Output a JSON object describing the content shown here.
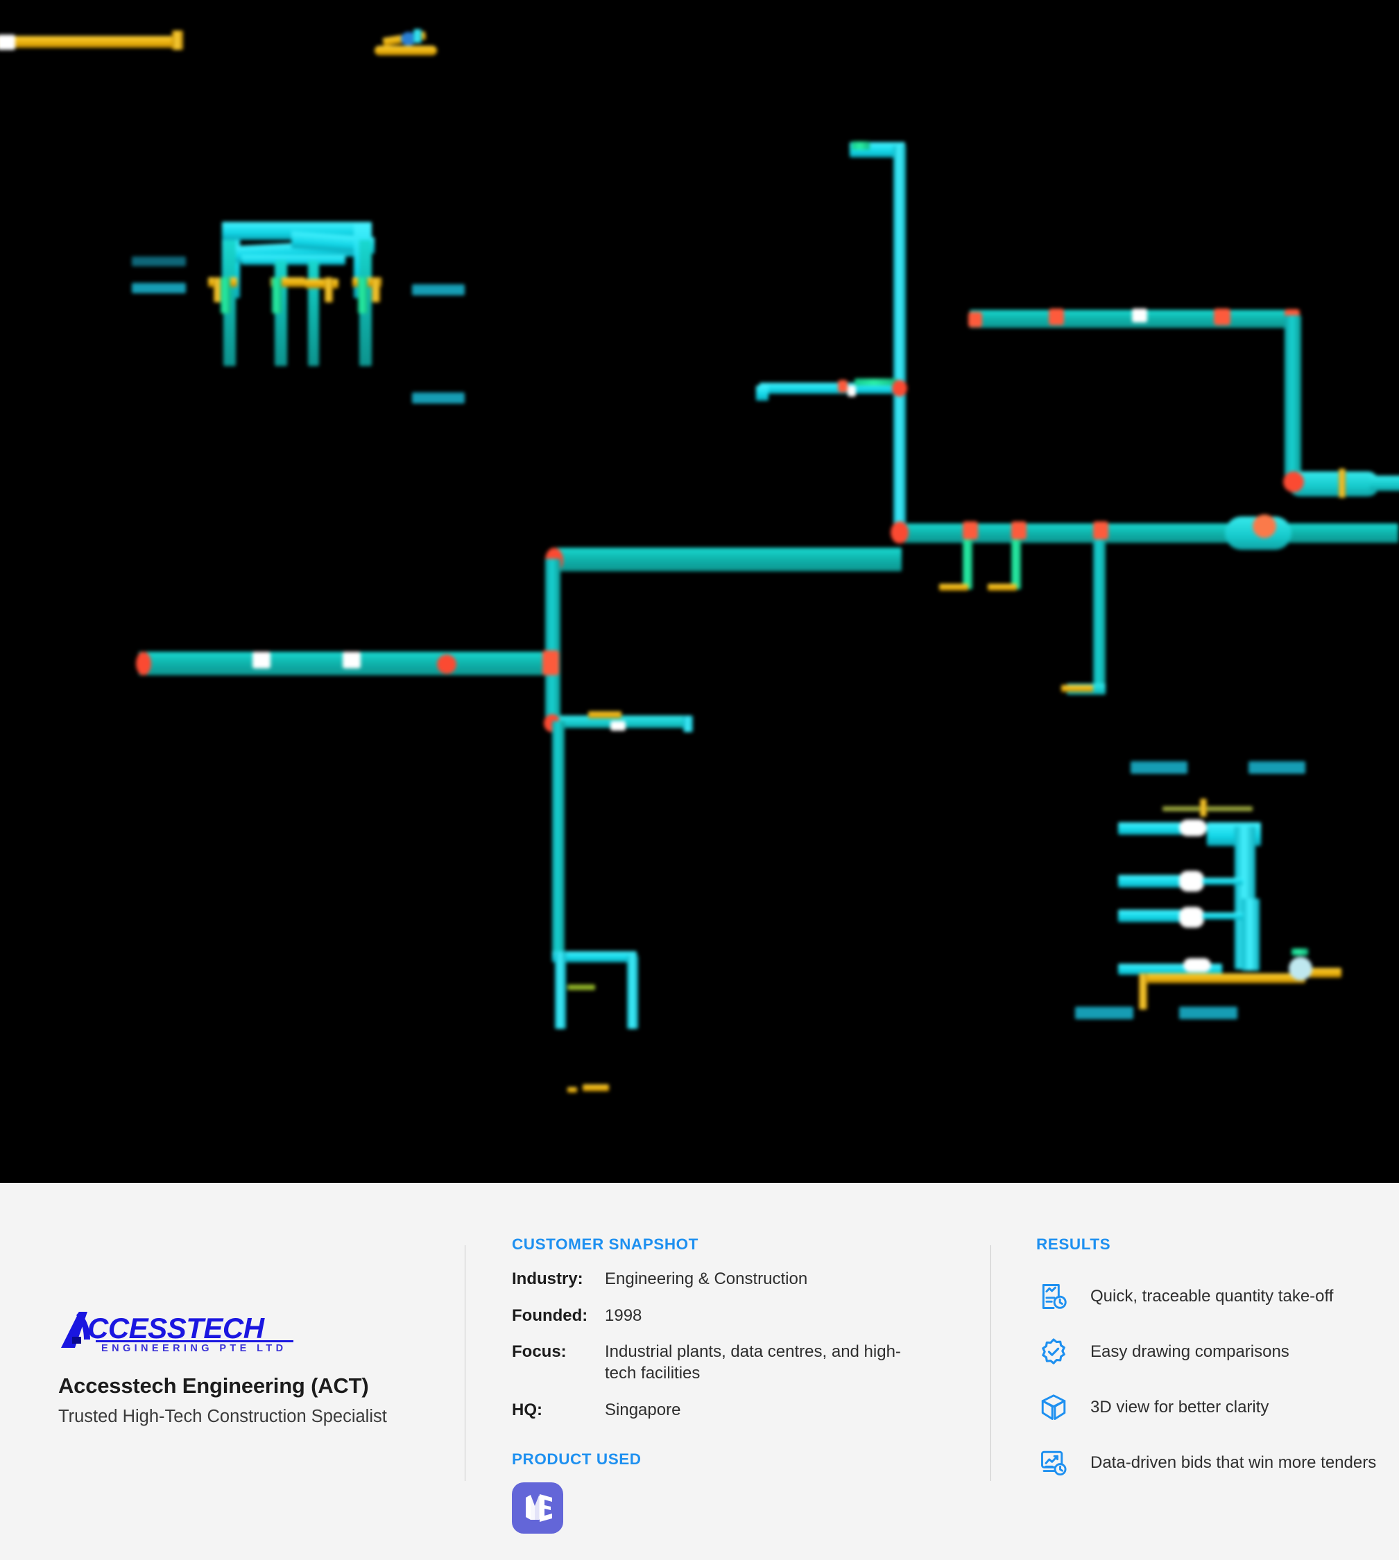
{
  "hero": {
    "kind": "3d-bim-piping-model-viewport",
    "background_color": "#000000",
    "accent_colors": [
      "#16c9cb",
      "#46f2ff",
      "#2bf0a4",
      "#ffd23a",
      "#fb4a32"
    ],
    "description": "Blurred dark 3D BIM/CAD piping model with teal, cyan, green and yellow pipe runs and red connection nodes"
  },
  "footer": {
    "left": {
      "logo": {
        "name": "accesstech-logo",
        "wordmark": "ACCESSTECH",
        "subtext": "ENGINEERING  PTE  LTD",
        "color": "#1a16e0"
      },
      "company_name": "Accesstech Engineering (ACT)",
      "tagline": "Trusted High-Tech Construction Specialist"
    },
    "middle": {
      "snapshot_heading": "CUSTOMER SNAPSHOT",
      "rows": [
        {
          "key": "Industry:",
          "value": "Engineering & Construction"
        },
        {
          "key": "Founded:",
          "value": "1998"
        },
        {
          "key": "Focus:",
          "value": "Industrial plants, data centres, and high-tech facilities"
        },
        {
          "key": "HQ:",
          "value": "Singapore"
        }
      ],
      "product_heading": "PRODUCT USED",
      "product": {
        "name": "ME",
        "icon": "me-app-icon",
        "color": "#6366d8"
      }
    },
    "right": {
      "results_heading": "RESULTS",
      "items": [
        {
          "icon": "report-chart-clock-icon",
          "text": "Quick, traceable quantity take-off"
        },
        {
          "icon": "badge-check-icon",
          "text": "Easy drawing comparisons"
        },
        {
          "icon": "cube-3d-icon",
          "text": "3D view for better clarity"
        },
        {
          "icon": "analytics-trend-clock-icon",
          "text": "Data-driven bids that win more tenders"
        }
      ]
    },
    "accent_color": "#1e90f0",
    "background_color": "#f4f4f4",
    "divider_color": "#c9c9c9"
  }
}
